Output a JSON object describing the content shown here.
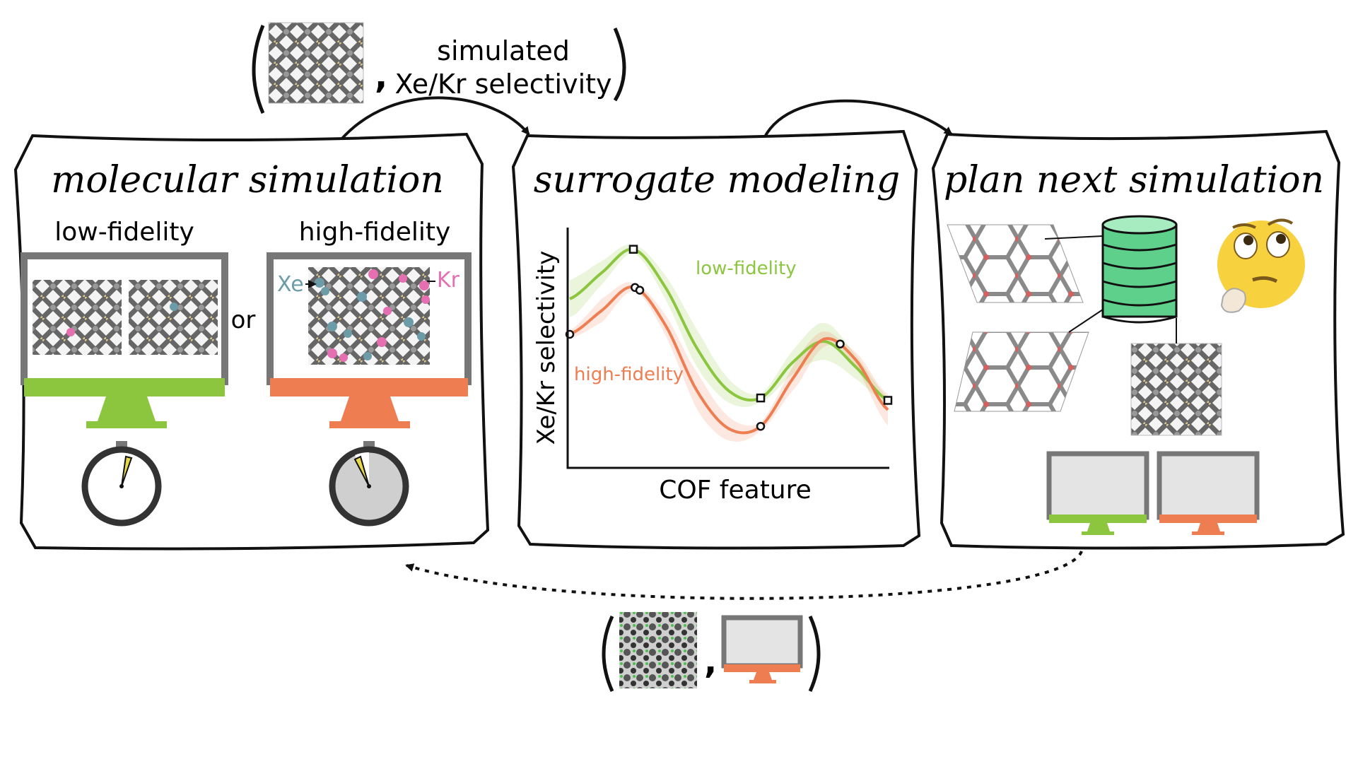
{
  "top_tuple": {
    "label_line1": "simulated",
    "label_line2": "Xe/Kr selectivity"
  },
  "panels": {
    "molecular_simulation": {
      "title": "molecular simulation",
      "low_label": "low-fidelity",
      "high_label": "high-fidelity",
      "or_label": "or",
      "xe_label": "Xe",
      "kr_label": "Kr"
    },
    "surrogate_modeling": {
      "title": "surrogate modeling",
      "xlabel": "COF feature",
      "ylabel": "Xe/Kr selectivity",
      "low_label": "low-fidelity",
      "high_label": "high-fidelity"
    },
    "plan_next_simulation": {
      "title": "plan next simulation"
    }
  },
  "colors": {
    "low_fidelity": "#8cc63f",
    "high_fidelity": "#ef7d52",
    "xe": "#6b9ca8",
    "kr": "#e56fb0",
    "database": "#5fcf8c",
    "monitor_frame": "#777777"
  },
  "chart_data": {
    "type": "line",
    "xlabel": "COF feature",
    "ylabel": "Xe/Kr selectivity",
    "series": [
      {
        "name": "low-fidelity",
        "x": [
          0.0,
          0.1,
          0.2,
          0.3,
          0.4,
          0.5,
          0.6,
          0.7,
          0.8,
          0.9,
          1.0
        ],
        "y": [
          0.71,
          0.82,
          0.92,
          0.76,
          0.5,
          0.32,
          0.29,
          0.44,
          0.53,
          0.42,
          0.28
        ],
        "observed_x": [
          0.2,
          0.6,
          1.0
        ]
      },
      {
        "name": "high-fidelity",
        "x": [
          0.0,
          0.1,
          0.2,
          0.3,
          0.4,
          0.5,
          0.6,
          0.7,
          0.8,
          0.9,
          1.0
        ],
        "y": [
          0.56,
          0.66,
          0.76,
          0.6,
          0.32,
          0.16,
          0.17,
          0.37,
          0.54,
          0.45,
          0.24
        ],
        "observed_x": [
          0.0,
          0.205,
          0.22,
          0.6,
          0.85
        ]
      }
    ]
  }
}
